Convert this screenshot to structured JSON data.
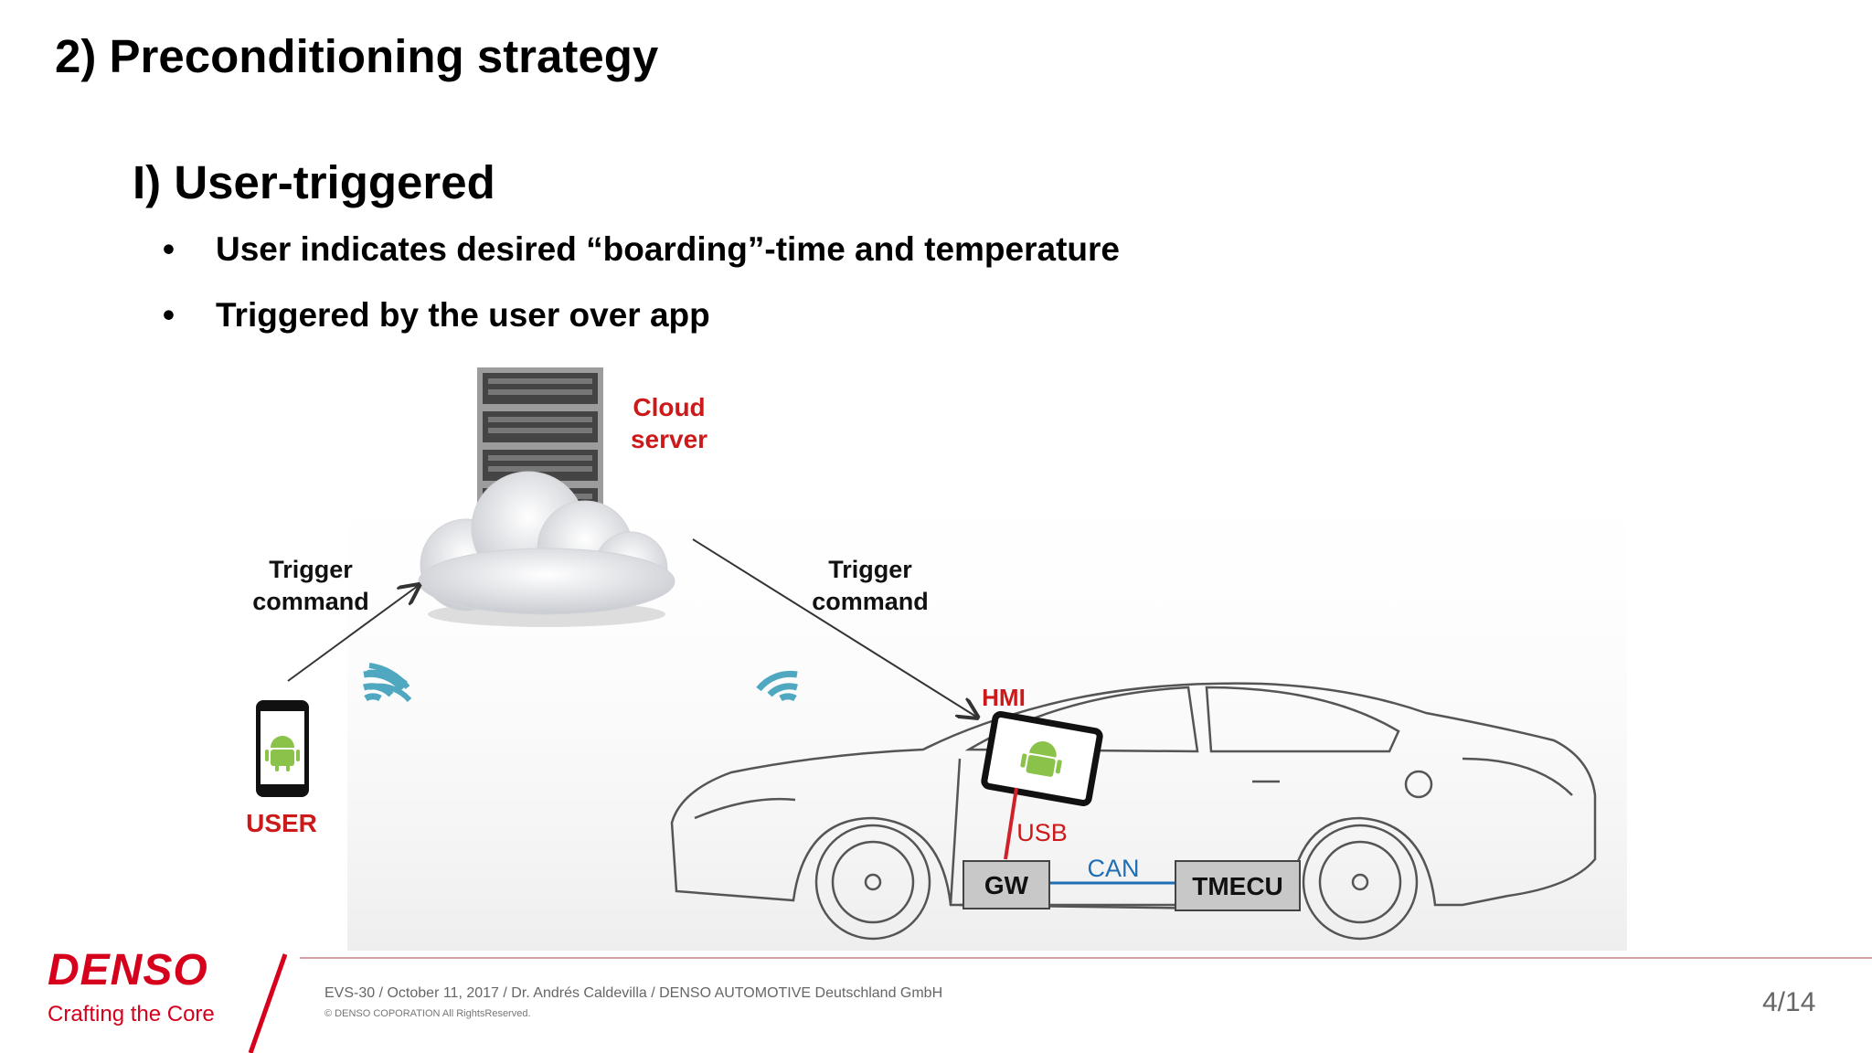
{
  "slide": {
    "title": "2) Preconditioning strategy",
    "section_heading": "I) User-triggered",
    "bullet_char": "•",
    "bullets": [
      "User indicates desired “boarding”-time and temperature",
      "Triggered by the user over app"
    ]
  },
  "diagram": {
    "cloud_label_line1": "Cloud",
    "cloud_label_line2": "server",
    "trigger_left_line1": "Trigger",
    "trigger_left_line2": "command",
    "trigger_right_line1": "Trigger",
    "trigger_right_line2": "command",
    "user_label": "USER",
    "hmi_label": "HMI",
    "usb_label": "USB",
    "can_label": "CAN",
    "gw_label": "GW",
    "tmecu_label": "TMECU",
    "colors": {
      "red_label": "#cc1a1a",
      "can_blue": "#1f6fb2",
      "box_gray": "#c8c8c8"
    },
    "icons": [
      "server-rack-icon",
      "cloud-icon",
      "wifi-signal-icon",
      "smartphone-icon",
      "android-icon",
      "car-icon",
      "tablet-hmi-icon"
    ]
  },
  "footer": {
    "logo_word": "DENSO",
    "logo_tagline": "Crafting the Core",
    "meta": "EVS-30 / October 11, 2017 / Dr. Andrés Caldevilla / DENSO AUTOMOTIVE Deutschland GmbH",
    "copyright": "© DENSO COPORATION All RightsReserved.",
    "page_number": "4/14"
  }
}
